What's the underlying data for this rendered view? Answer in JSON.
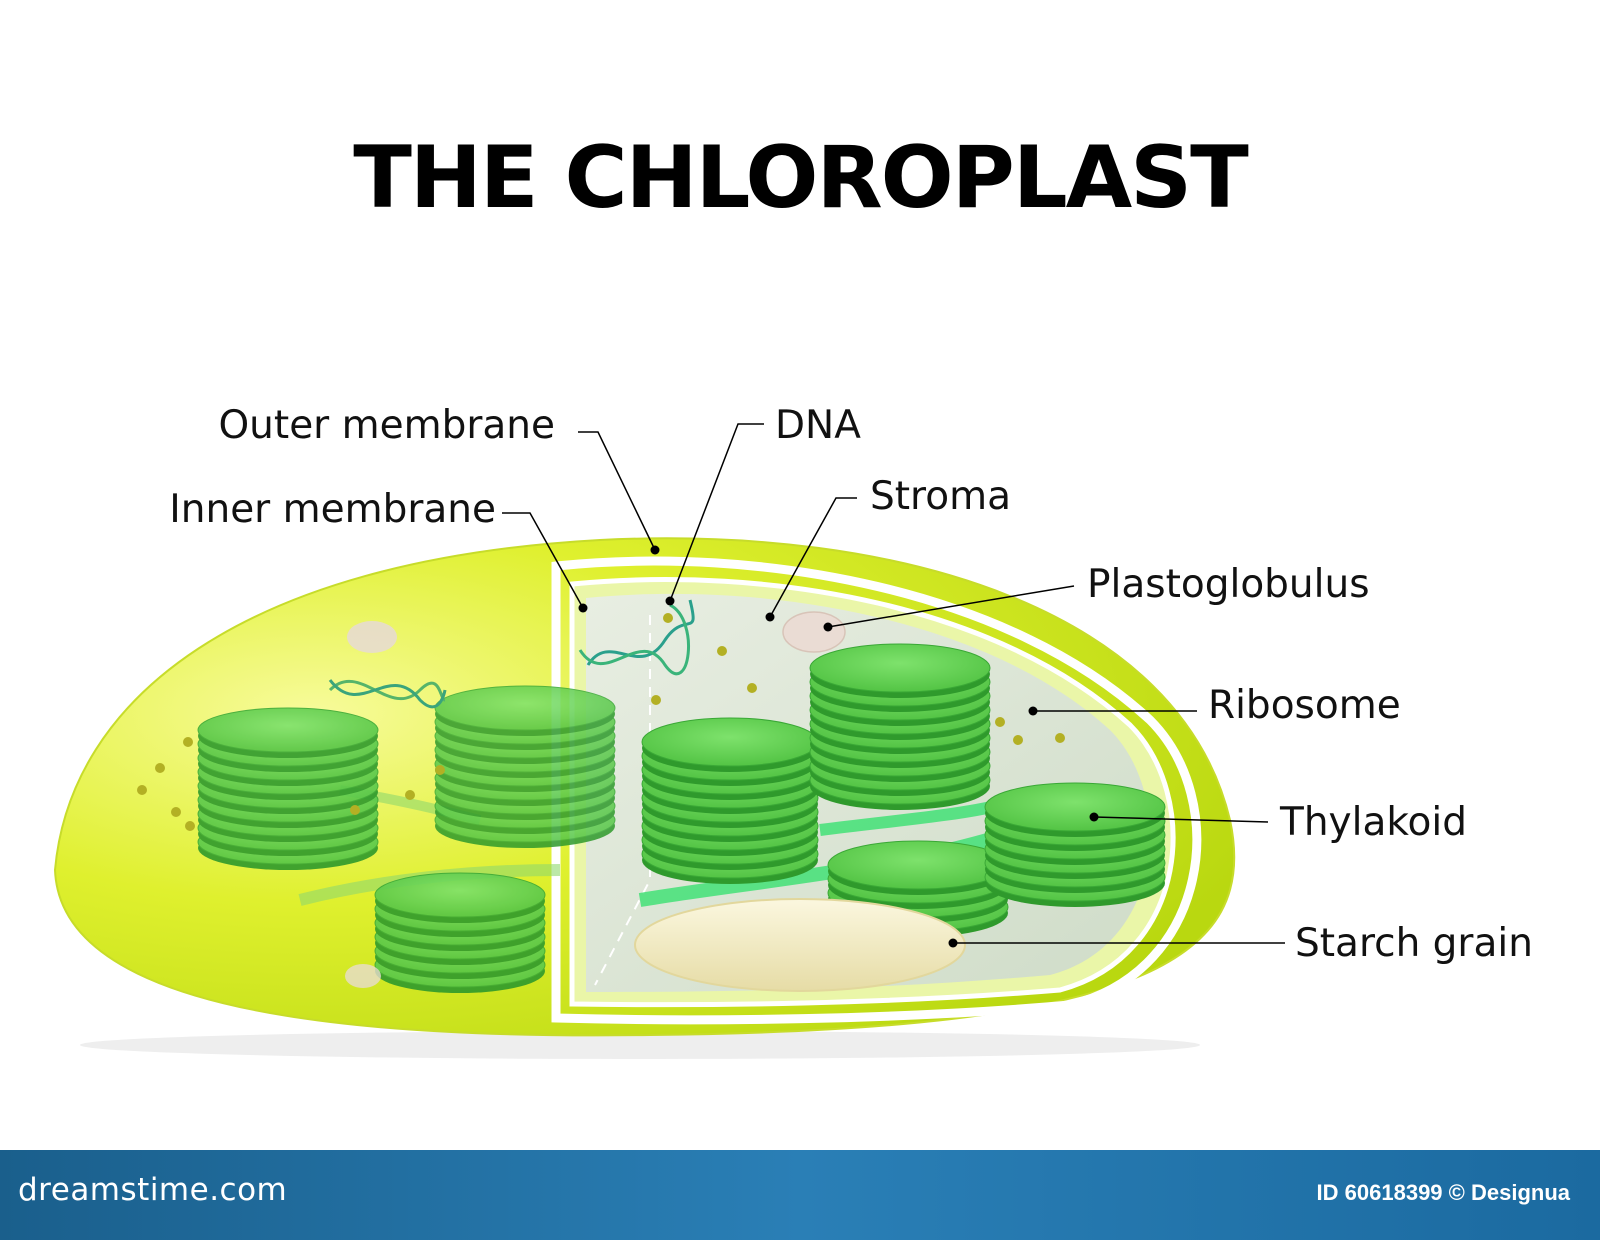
{
  "title": "THE CHLOROPLAST",
  "labels": {
    "outer_membrane": "Outer membrane",
    "inner_membrane": "Inner membrane",
    "dna": "DNA",
    "stroma": "Stroma",
    "plastoglobulus": "Plastoglobulus",
    "ribosome": "Ribosome",
    "thylakoid": "Thylakoid",
    "starch_grain": "Starch grain"
  },
  "footer": {
    "site": "dreamstime.com",
    "credit": "ID 60618399 © Designua"
  },
  "colors": {
    "chloroplast_body": "#cde61a",
    "membrane": "#ffffff",
    "stroma": "#dde6d8",
    "granum": "#3cb034",
    "granum_top": "#6ad85c",
    "starch": "#f1ebc2",
    "plastoglobulus": "#eadcd4",
    "ribosome": "#b3b024",
    "footer_bar": "#2a7fb6"
  }
}
